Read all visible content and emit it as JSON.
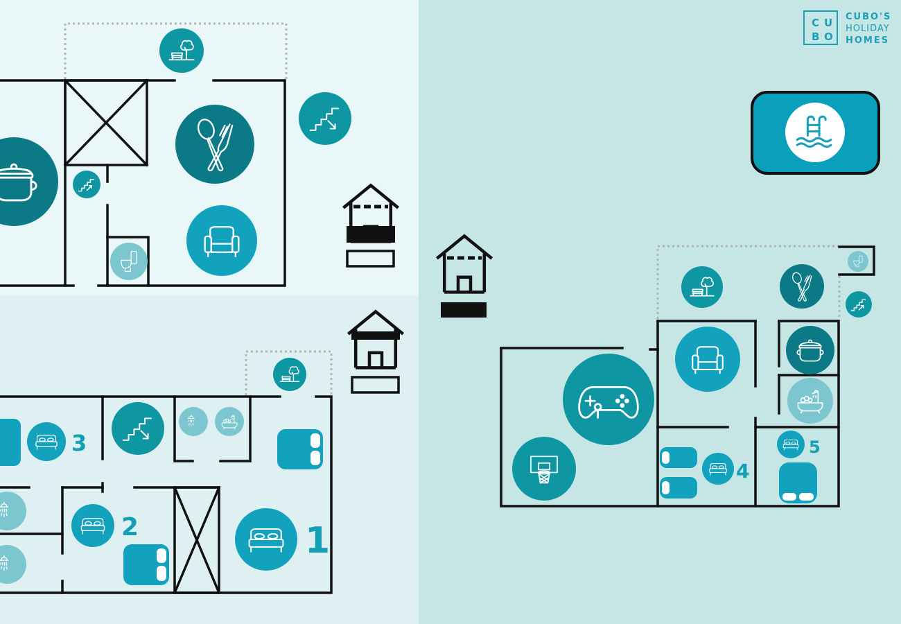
{
  "colors": {
    "bg_left_top": "#eaf7f9",
    "bg_left_bottom": "#dff0f3",
    "bg_right": "#c6e5e5",
    "wall": "#111111",
    "dark_teal": "#0c7a86",
    "mid_teal": "#0f96a3",
    "bright_teal": "#12a2be",
    "light_teal": "#7cc6cf",
    "pool_box": "#0aa0bb",
    "dotted": "#b4b4b4"
  },
  "logo": {
    "letters": [
      "C",
      "U",
      "B",
      "O"
    ],
    "line1": "CUBO'S",
    "line2": "HOLIDAY",
    "line3": "HOMES"
  },
  "rooms": {
    "bedroom_1": "1",
    "bedroom_2": "2",
    "bedroom_3": "3",
    "bedroom_4": "4",
    "bedroom_5": "5"
  },
  "icons": [
    "garden-icon",
    "stairs-down-icon",
    "cooking-pot-icon",
    "dining-icon",
    "stairs-up-icon",
    "sofa-icon",
    "toilet-icon",
    "house-upper-floor-icon",
    "house-middle-floor-icon",
    "house-ground-floor-icon",
    "pool-icon",
    "bed-icon",
    "shower-icon",
    "bathtub-icon",
    "single-beds-icon",
    "double-bed-icon",
    "game-controller-icon",
    "basketball-hoop-icon"
  ]
}
